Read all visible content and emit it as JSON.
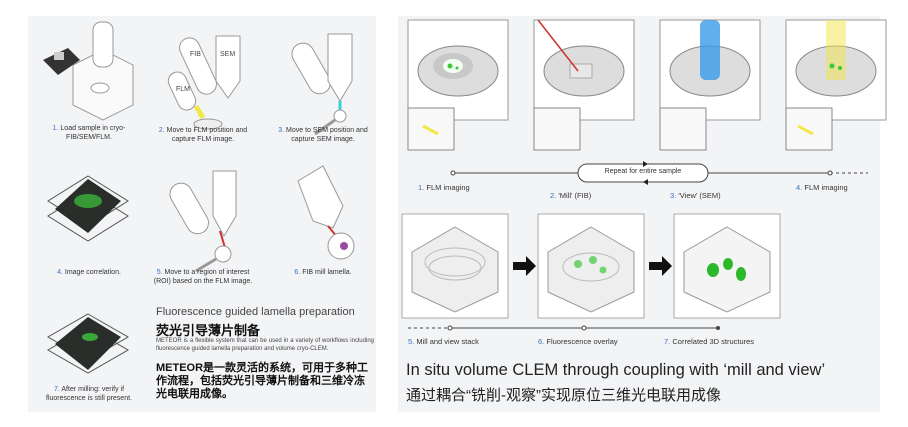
{
  "left_panel": {
    "steps": [
      {
        "num": "1.",
        "text": "Load sample in cryo-FIB/SEM/FLM."
      },
      {
        "num": "2.",
        "text": "Move to FLM position and capture FLM image."
      },
      {
        "num": "3.",
        "text": "Move to SEM position and capture SEM image."
      },
      {
        "num": "4.",
        "text": "Image correlation."
      },
      {
        "num": "5.",
        "text": "Move to a region of interest (ROI) based on the FLM image."
      },
      {
        "num": "6.",
        "text": "FIB mill lamella."
      },
      {
        "num": "7.",
        "text": "After milling: verify if fluorescence is still present."
      }
    ],
    "beam_labels": {
      "fib": "FIB",
      "sem": "SEM",
      "flm": "FLM"
    },
    "title_en": "Fluorescence guided lamella preparation",
    "title_zh": "荧光引导薄片制备",
    "desc_en": "METEOR is a flexible system that can be used in a variety of workflows including fluorescence guided lamella preparation and volume cryo-CLEM.",
    "desc_zh": "METEOR是一款灵活的系统，可用于多种工作流程，包括荧光引导薄片制备和三维冷冻光电联用成像。"
  },
  "right_panel": {
    "top_steps": [
      {
        "num": "1.",
        "text": "FLM imaging"
      },
      {
        "num": "2.",
        "text": "'Mill' (FIB)"
      },
      {
        "num": "3.",
        "text": "'View' (SEM)"
      },
      {
        "num": "4.",
        "text": "FLM imaging"
      }
    ],
    "repeat_label": "Repeat for entire sample",
    "bottom_steps": [
      {
        "num": "5.",
        "text": "Mill and view stack"
      },
      {
        "num": "6.",
        "text": "Fluorescence overlay"
      },
      {
        "num": "7.",
        "text": "Correlated 3D structures"
      }
    ],
    "title_en": "In situ volume CLEM through coupling with ‘mill and view’",
    "title_zh": "通过耦合“铣削-观察”实现原位三维光电联用成像"
  },
  "colors": {
    "accent": "#3a6fc4",
    "fluorescence": "#3cc83c",
    "fib_beam": "#d03030",
    "sem_beam": "#3a9be8",
    "flm_beam": "#f2e84a"
  }
}
